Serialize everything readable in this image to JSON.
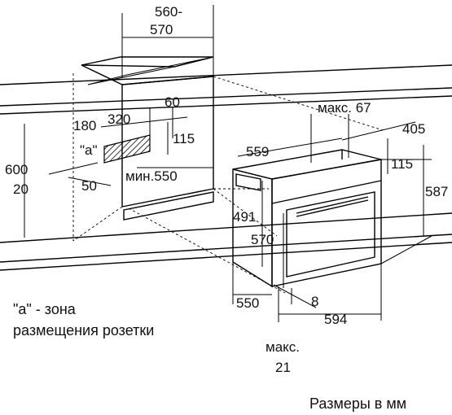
{
  "diagram": {
    "dimensions": {
      "countertop_width_top": "560-",
      "countertop_width_bottom": "570",
      "offset_60": "60",
      "offset_320": "320",
      "offset_180": "180",
      "zone_label": "\"a\"",
      "height_115_left": "115",
      "height_600": "600",
      "depth_20": "20",
      "width_50": "50",
      "min_550": "мин.550",
      "max_67": "макс. 67",
      "oven_depth_559": "559",
      "oven_depth_405": "405",
      "height_115_right": "115",
      "height_587": "587",
      "height_491": "491",
      "height_570": "570",
      "width_550": "550",
      "gap_8": "8",
      "width_594": "594",
      "max_label": "макс.",
      "max_21": "21"
    },
    "legend_line1": "\"a\" - зона",
    "legend_line2": "размещения розетки",
    "units_note": "Размеры в мм"
  }
}
